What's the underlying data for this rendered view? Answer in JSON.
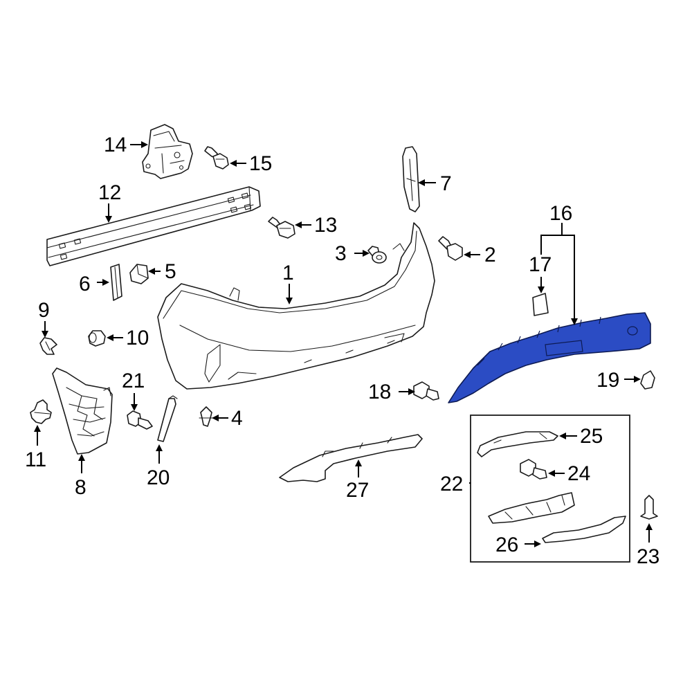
{
  "diagram": {
    "highlight_color": "#2b4cc4",
    "callouts": [
      {
        "id": "c1",
        "text": "1"
      },
      {
        "id": "c2",
        "text": "2"
      },
      {
        "id": "c3",
        "text": "3"
      },
      {
        "id": "c4",
        "text": "4"
      },
      {
        "id": "c5",
        "text": "5"
      },
      {
        "id": "c6",
        "text": "6"
      },
      {
        "id": "c7",
        "text": "7"
      },
      {
        "id": "c8",
        "text": "8"
      },
      {
        "id": "c9",
        "text": "9"
      },
      {
        "id": "c10",
        "text": "10"
      },
      {
        "id": "c11",
        "text": "11"
      },
      {
        "id": "c12",
        "text": "12"
      },
      {
        "id": "c13",
        "text": "13"
      },
      {
        "id": "c14",
        "text": "14"
      },
      {
        "id": "c15",
        "text": "15"
      },
      {
        "id": "c16",
        "text": "16"
      },
      {
        "id": "c17",
        "text": "17"
      },
      {
        "id": "c18",
        "text": "18"
      },
      {
        "id": "c19",
        "text": "19"
      },
      {
        "id": "c20",
        "text": "20"
      },
      {
        "id": "c21",
        "text": "21"
      },
      {
        "id": "c22",
        "text": "22"
      },
      {
        "id": "c23",
        "text": "23"
      },
      {
        "id": "c24",
        "text": "24"
      },
      {
        "id": "c25",
        "text": "25"
      },
      {
        "id": "c26",
        "text": "26"
      },
      {
        "id": "c27",
        "text": "27"
      }
    ]
  }
}
